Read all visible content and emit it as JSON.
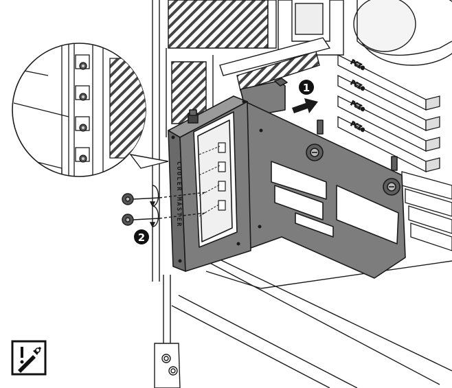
{
  "figure": {
    "steps": [
      {
        "number": "1",
        "action": "slide bracket"
      },
      {
        "number": "2",
        "action": "fasten screws"
      }
    ],
    "bracket_brand_text": "COOLER MASTER",
    "slot_labels": [
      "PCIe",
      "PCIe",
      "PCIe",
      "PCIe"
    ],
    "colors": {
      "line": "#1a1a1a",
      "bracket_fill": "#7d7d7d",
      "bracket_dark": "#5e5e5e",
      "hatch": "#444444",
      "background": "#ffffff",
      "step_badge": "#111111"
    },
    "icons": [
      "caution-tool-icon",
      "screw-icon",
      "rotate-clockwise-icon",
      "arrow-right-icon",
      "magnifier-callout"
    ]
  }
}
